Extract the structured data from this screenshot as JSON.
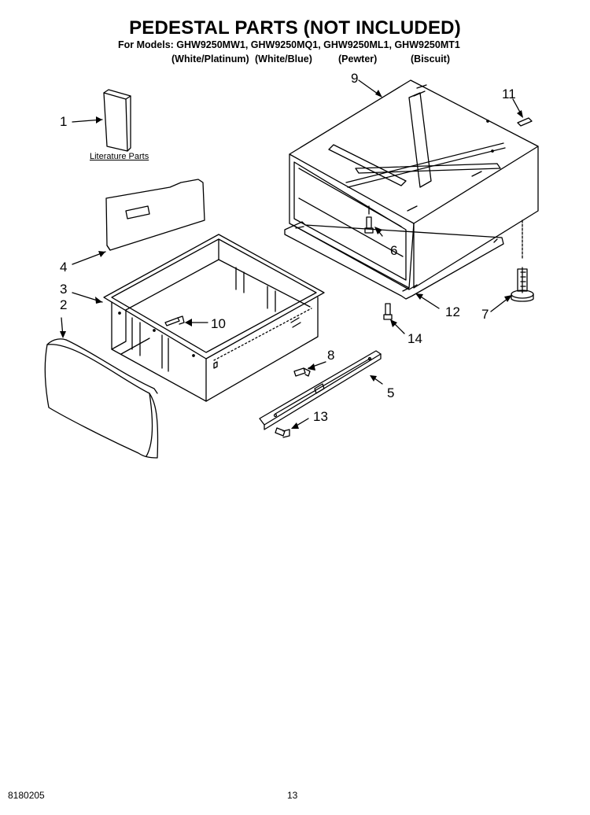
{
  "header": {
    "title": "PEDESTAL PARTS (NOT INCLUDED)",
    "models_line": "For Models: GHW9250MW1, GHW9250MQ1, GHW9250ML1, GHW9250MT1",
    "variants": [
      "(White/Platinum)",
      "(White/Blue)",
      "(Pewter)",
      "(Biscuit)"
    ]
  },
  "literature_label": "Literature Parts",
  "callouts": {
    "c1": "1",
    "c2": "2",
    "c3": "3",
    "c4": "4",
    "c5": "5",
    "c6": "6",
    "c7": "7",
    "c8": "8",
    "c9": "9",
    "c10": "10",
    "c11": "11",
    "c12": "12",
    "c13": "13",
    "c14": "14"
  },
  "footer": {
    "doc_number": "8180205",
    "page_number": "13"
  }
}
